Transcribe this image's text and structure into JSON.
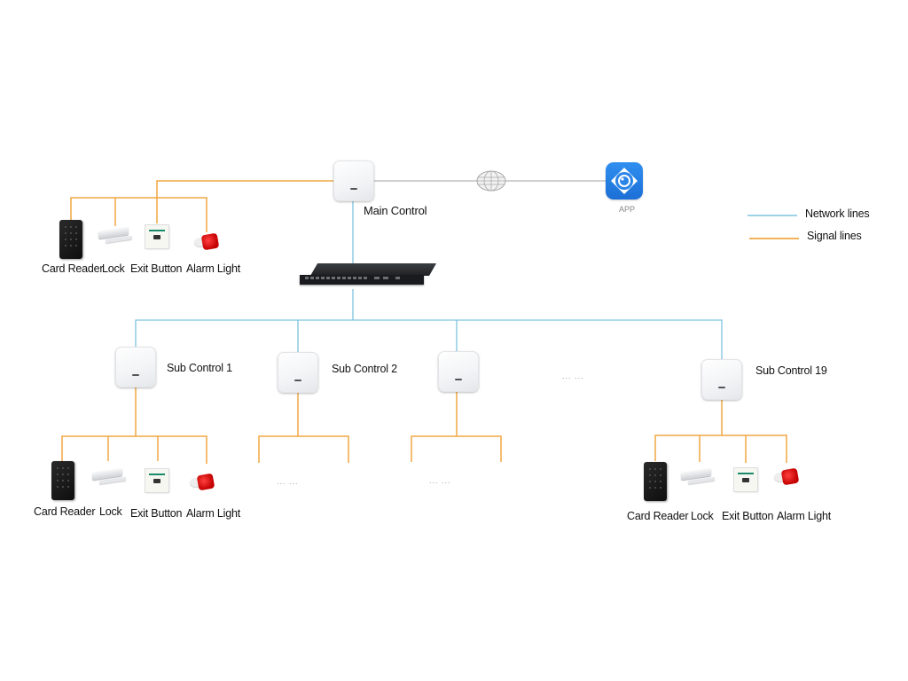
{
  "diagram": {
    "main_control": {
      "label": "Main Control"
    },
    "app": {
      "label": "APP"
    },
    "network_icon": "globe-icon",
    "switch": {
      "icon": "network-switch-icon"
    },
    "legend": [
      {
        "label": "Network lines",
        "color": "#7ec3dd"
      },
      {
        "label": "Signal lines",
        "color": "#f0a742"
      }
    ],
    "main_devices": [
      {
        "label": "Card Reader",
        "icon": "card-reader-icon"
      },
      {
        "label": "Lock",
        "icon": "magnetic-lock-icon"
      },
      {
        "label": "Exit Button",
        "icon": "exit-button-icon"
      },
      {
        "label": "Alarm Light",
        "icon": "alarm-light-icon"
      }
    ],
    "sub_controls": [
      {
        "label": "Sub Control 1"
      },
      {
        "label": "Sub Control 2"
      },
      {
        "label": ""
      },
      {
        "label": "Sub Control 19"
      }
    ],
    "sub1_devices": [
      {
        "label": "Card Reader"
      },
      {
        "label": "Lock"
      },
      {
        "label": "Exit Button"
      },
      {
        "label": "Alarm Light"
      }
    ],
    "sub19_devices": [
      {
        "label": "Card Reader"
      },
      {
        "label": "Lock"
      },
      {
        "label": "Exit Button"
      },
      {
        "label": "Alarm Light"
      }
    ],
    "ellipsis": "... ...",
    "colors": {
      "network": "#7ec3dd",
      "signal": "#f0a742",
      "internet": "#b5b5b5"
    }
  }
}
